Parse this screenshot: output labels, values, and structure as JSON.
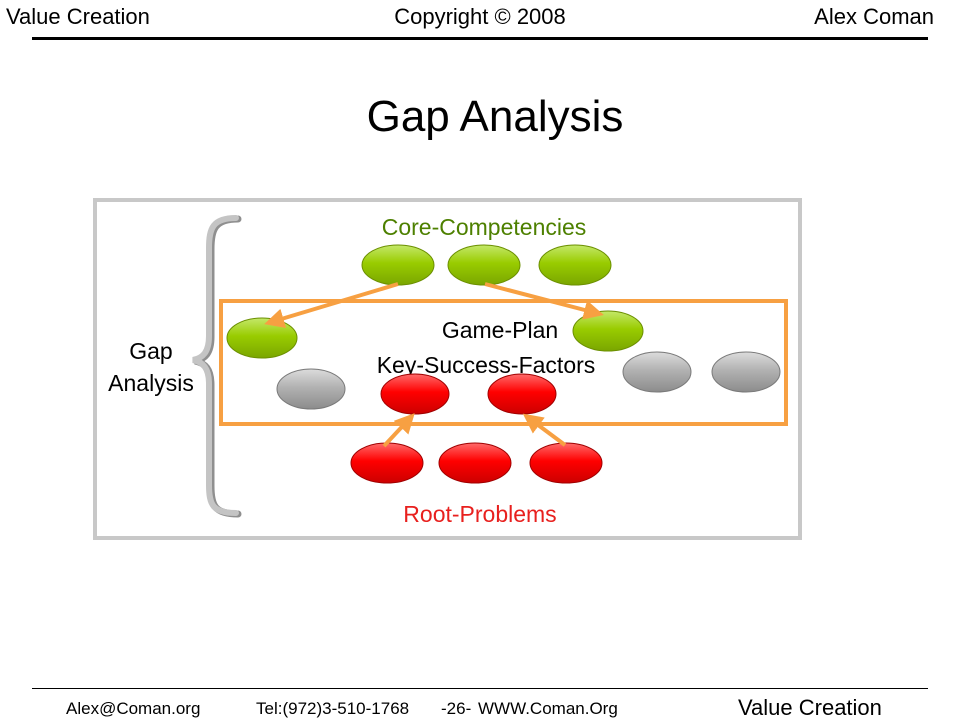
{
  "header": {
    "left": "Value Creation",
    "center": "Copyright © 2008",
    "right": "Alex Coman"
  },
  "title": "Gap Analysis",
  "diagram": {
    "core_label": "Core-Competencies",
    "gameplan_line1": "Game-Plan",
    "gameplan_line2": "Key-Success-Factors",
    "gap_line1": "Gap",
    "gap_line2": "Analysis",
    "root_label": "Root-Problems",
    "colors": {
      "green": "#99cc00",
      "red": "#ff0000",
      "gray": "#b2b2b2",
      "orange": "#f7a042",
      "core_text": "#4d8000",
      "root_text": "#e8201e"
    }
  },
  "footer": {
    "email": "Alex@Coman.org",
    "tel": "Tel:(972)3-510-1768",
    "page": "-26-",
    "web": "WWW.Coman.Org",
    "right": "Value Creation"
  }
}
